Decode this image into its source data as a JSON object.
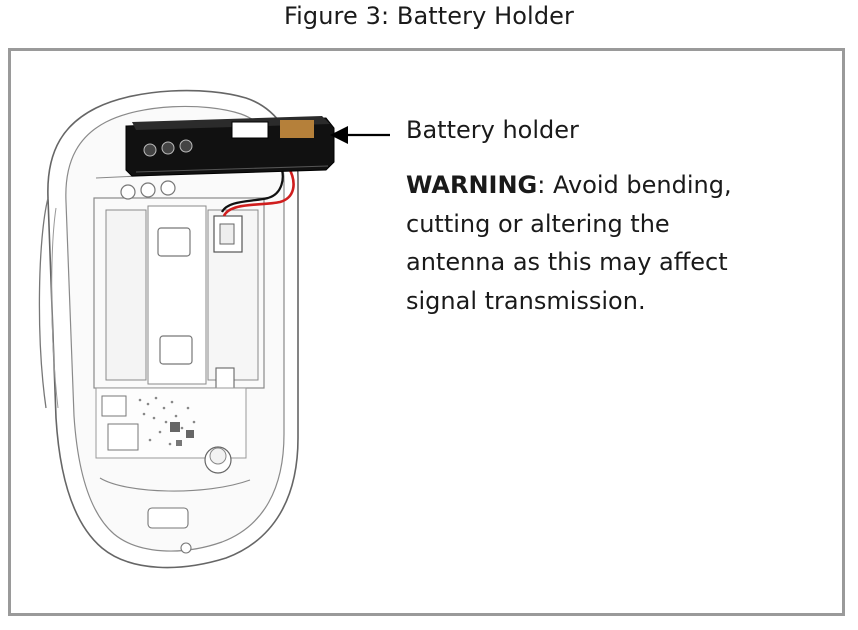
{
  "figure": {
    "title": "Figure 3: Battery Holder"
  },
  "callout": {
    "label": "Battery holder"
  },
  "warning": {
    "heading": "WARNING",
    "separator": ":",
    "text_line1": " Avoid bending,",
    "text_line2": "cutting or altering the",
    "text_line3": "antenna as this may affect",
    "text_line4": "signal transmission."
  },
  "colors": {
    "frame_border": "#9a9a9a",
    "battery_body": "#111111",
    "battery_terminal": "#b5803a",
    "wire_red": "#d01e1e",
    "wire_black": "#111111",
    "line_art": "#666666"
  },
  "icons": {
    "callout_arrow": "left-arrow-icon"
  }
}
